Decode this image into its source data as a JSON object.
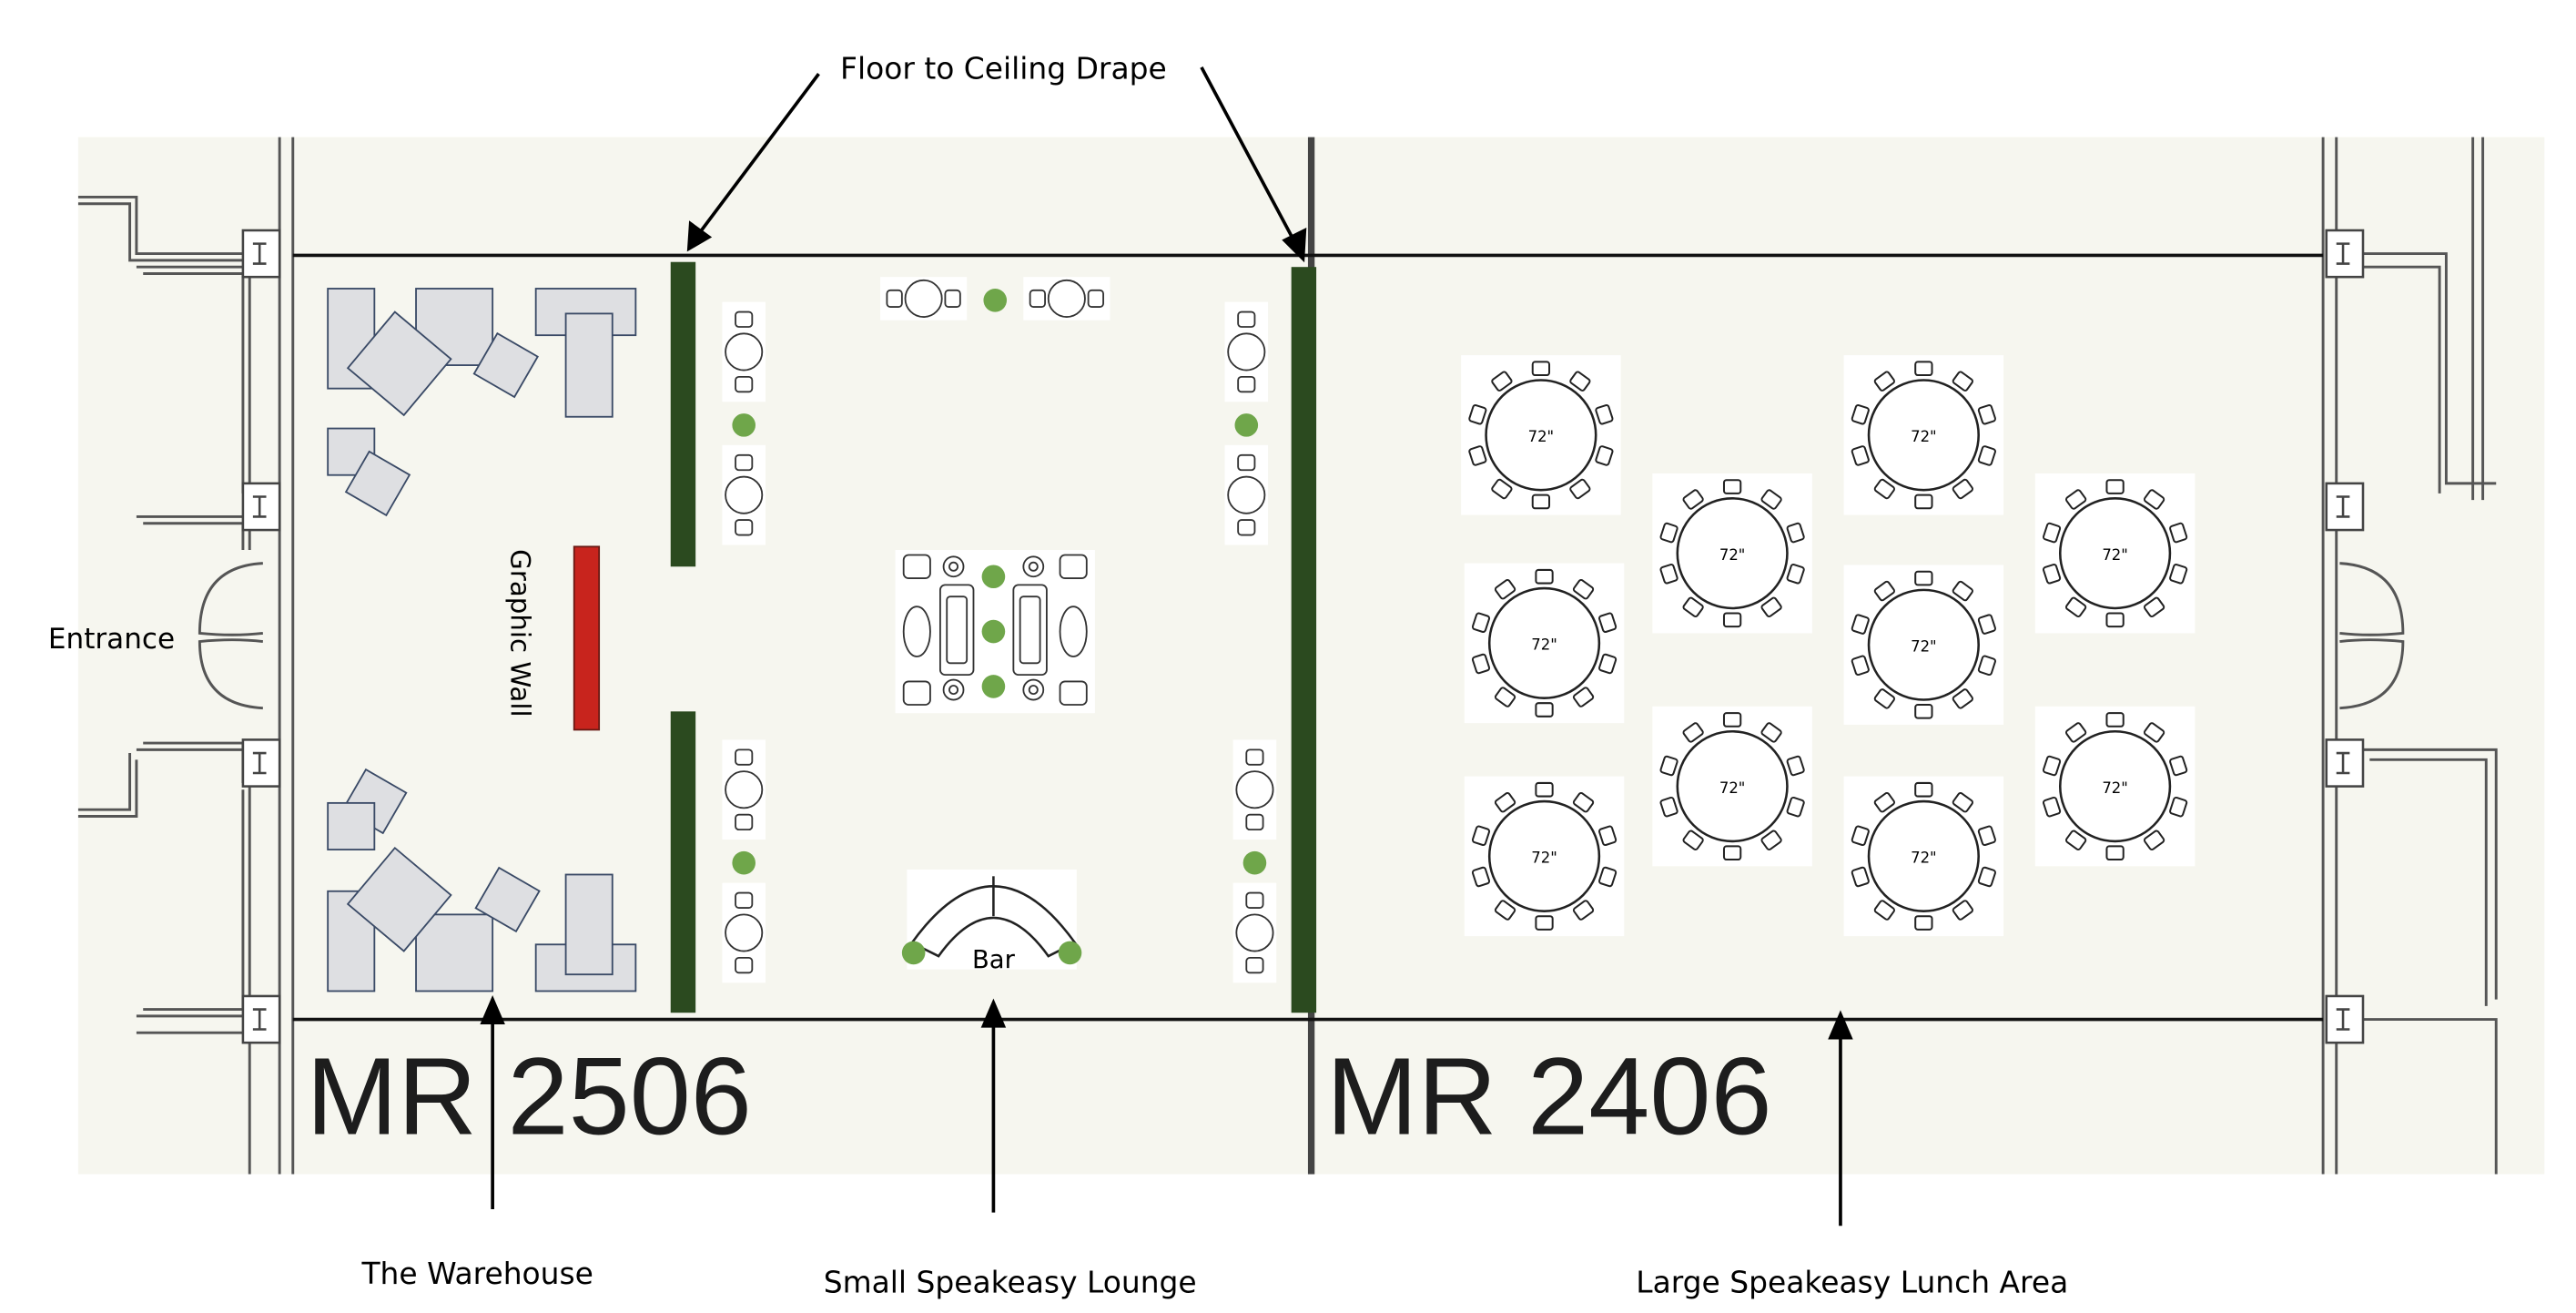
{
  "labels": {
    "drape": "Floor to Ceiling Drape",
    "entrance": "Entrance",
    "graphic_wall": "Graphic Wall",
    "bar": "Bar",
    "warehouse": "The Warehouse",
    "small_lounge": "Small Speakeasy Lounge",
    "large_area": "Large Speakeasy Lunch Area"
  },
  "rooms": {
    "left": "MR 2506",
    "right": "MR 2406"
  },
  "table_size_label": "72\"",
  "colors": {
    "floor": "#f6f6ef",
    "drape": "#2b4a1f",
    "plant": "#6fa64a",
    "graphic_wall": "#c8241d",
    "furniture_fill": "#dedfe2",
    "furniture_stroke": "#3a4a66"
  }
}
